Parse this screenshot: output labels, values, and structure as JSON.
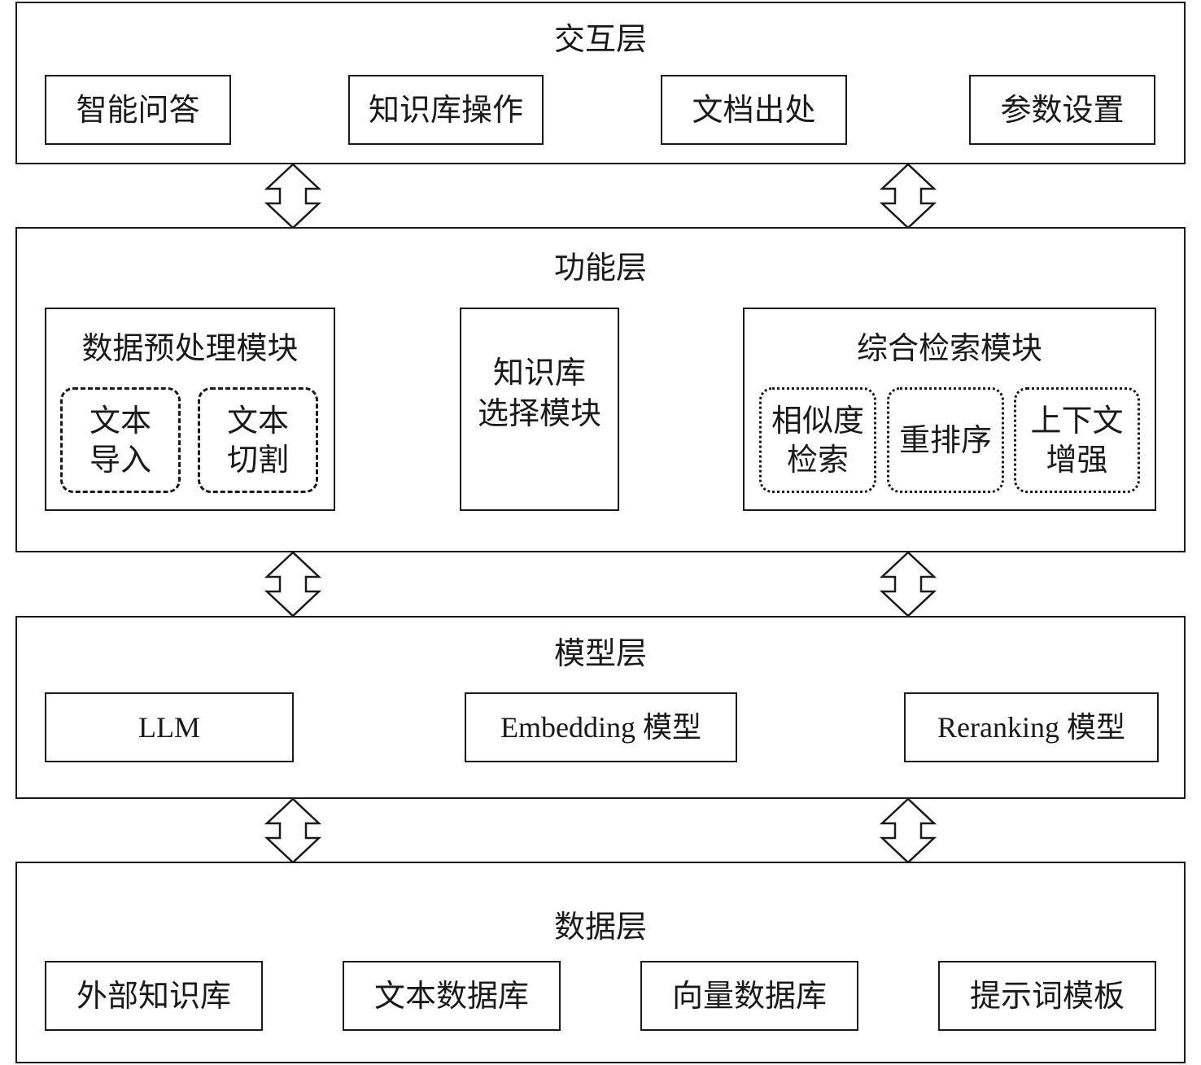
{
  "interaction_layer": {
    "title": "交互层",
    "items": [
      "智能问答",
      "知识库操作",
      "文档出处",
      "参数设置"
    ]
  },
  "function_layer": {
    "title": "功能层",
    "preprocess_module": {
      "title": "数据预处理模块",
      "sub_a": {
        "line1": "文本",
        "line2": "导入"
      },
      "sub_b": {
        "line1": "文本",
        "line2": "切割"
      }
    },
    "kb_select_module": {
      "line1": "知识库",
      "line2": "选择模块"
    },
    "retrieval_module": {
      "title": "综合检索模块",
      "sub_a": {
        "line1": "相似度",
        "line2": "检索"
      },
      "sub_b": {
        "line1": "重排序"
      },
      "sub_c": {
        "line1": "上下文",
        "line2": "增强"
      }
    }
  },
  "model_layer": {
    "title": "模型层",
    "items": [
      "LLM",
      "Embedding 模型",
      "Reranking 模型"
    ]
  },
  "data_layer": {
    "title": "数据层",
    "items": [
      "外部知识库",
      "文本数据库",
      "向量数据库",
      "提示词模板"
    ]
  }
}
